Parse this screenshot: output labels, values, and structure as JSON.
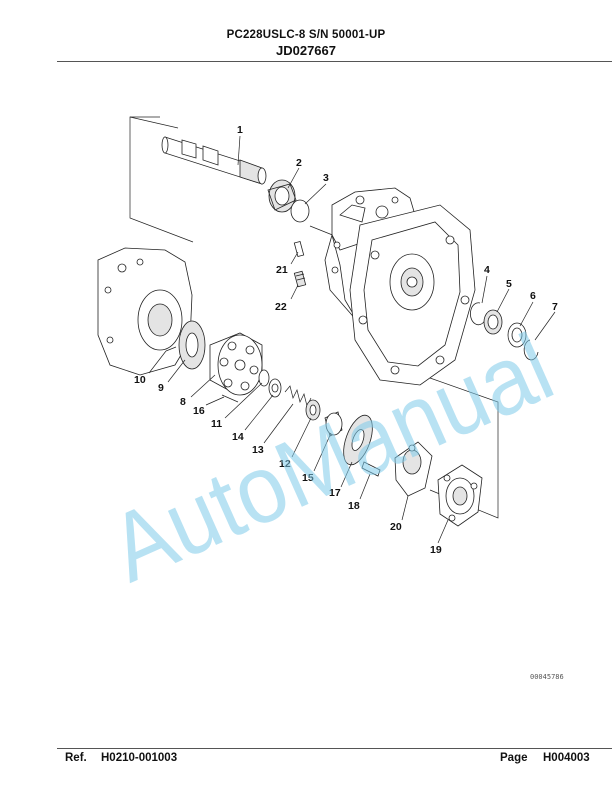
{
  "header": {
    "model": "PC228USLC-8 S/N 50001-UP",
    "drawing_id": "JD027667"
  },
  "footer": {
    "ref_label": "Ref.",
    "ref_value": "H0210-001003",
    "page_label": "Page",
    "page_value": "H004003"
  },
  "diagram": {
    "image_number": "00045786",
    "watermark": "AutoManual",
    "callouts": [
      "1",
      "2",
      "3",
      "4",
      "5",
      "6",
      "7",
      "8",
      "9",
      "10",
      "11",
      "12",
      "13",
      "14",
      "15",
      "16",
      "17",
      "18",
      "19",
      "20",
      "21",
      "22"
    ]
  }
}
